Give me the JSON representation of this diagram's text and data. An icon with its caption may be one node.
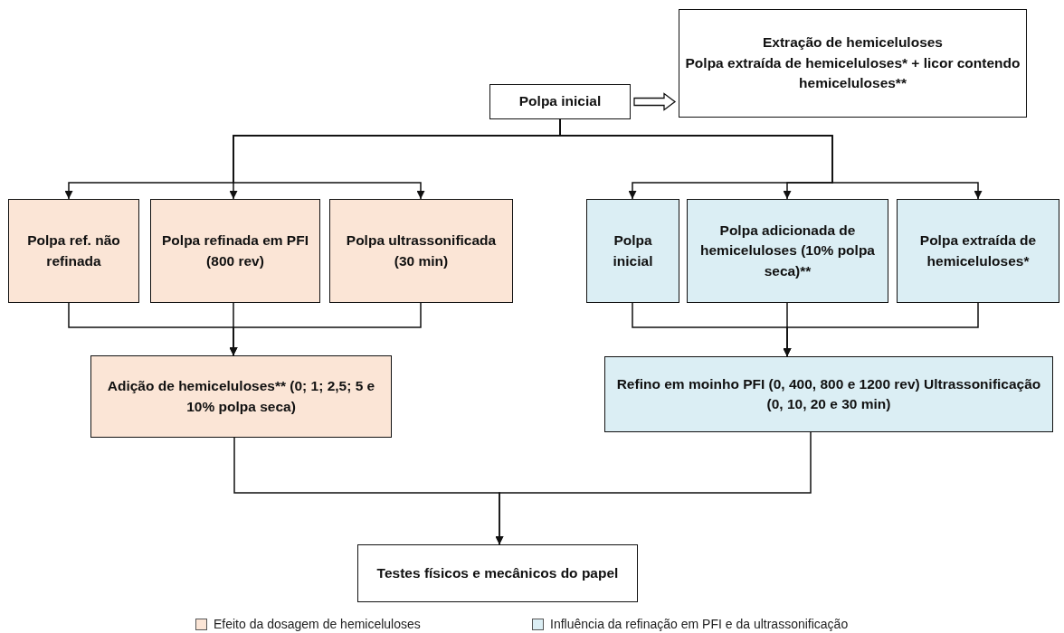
{
  "diagram": {
    "nodes": [
      {
        "text": [
          "Polpa inicial"
        ]
      },
      {
        "text": [
          "Extração de hemiceluloses",
          "Polpa extraída de hemiceluloses* + licor contendo hemiceluloses**"
        ]
      },
      {
        "text": [
          "Polpa ref. não refinada"
        ]
      },
      {
        "text": [
          "Polpa refinada em PFI (800 rev)"
        ]
      },
      {
        "text": [
          "Polpa ultrassonificada (30 min)"
        ]
      },
      {
        "text": [
          "Polpa inicial"
        ]
      },
      {
        "text": [
          "Polpa adicionada de hemiceluloses (10% polpa seca)**"
        ]
      },
      {
        "text": [
          "Polpa extraída de hemiceluloses*"
        ]
      },
      {
        "text": [
          "Adição de hemiceluloses** (0; 1; 2,5; 5 e 10% polpa seca)"
        ]
      },
      {
        "text": [
          "Refino em moinho PFI (0, 400, 800 e 1200 rev) Ultrassonificação (0, 10, 20 e 30 min)"
        ]
      },
      {
        "text": [
          "Testes físicos e mecânicos do papel"
        ]
      }
    ],
    "edges": [
      {
        "from": 0,
        "to": 1,
        "arrow": "to"
      },
      {
        "from": 0,
        "to": 2,
        "arrow": "to"
      },
      {
        "from": 0,
        "to": 3,
        "arrow": "to"
      },
      {
        "from": 0,
        "to": 4,
        "arrow": "to"
      },
      {
        "from": 0,
        "to": 5,
        "arrow": "to"
      },
      {
        "from": 0,
        "to": 6,
        "arrow": "to"
      },
      {
        "from": 0,
        "to": 7,
        "arrow": "to"
      },
      {
        "from": 2,
        "to": 8,
        "arrow": "to"
      },
      {
        "from": 3,
        "to": 8,
        "arrow": "to"
      },
      {
        "from": 4,
        "to": 8,
        "arrow": "to"
      },
      {
        "from": 5,
        "to": 9,
        "arrow": "to"
      },
      {
        "from": 6,
        "to": 9,
        "arrow": "to"
      },
      {
        "from": 7,
        "to": 9,
        "arrow": "to"
      },
      {
        "from": 8,
        "to": 10,
        "arrow": "to"
      },
      {
        "from": 9,
        "to": 10,
        "arrow": "to"
      }
    ],
    "legend": [
      {
        "text": "Efeito da dosagem de hemiceluloses",
        "color": "#fbe5d6"
      },
      {
        "text": "Influência da refinação em PFI e da ultrassonificação",
        "color": "#dbeef4"
      }
    ]
  }
}
